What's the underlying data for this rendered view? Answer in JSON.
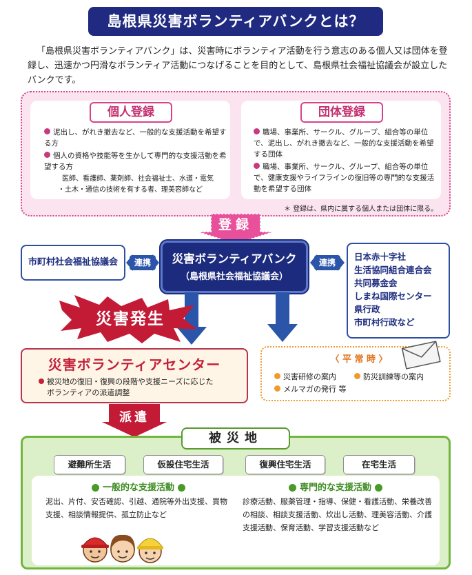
{
  "title": "島根県災害ボランティアバンクとは？",
  "intro": "「島根県災害ボランティアバンク」は、災害時にボランティア活動を行う意志のある個人又は団体を登録し、迅速かつ円滑なボランティア活動につなげることを目的として、島根県社会福祉協議会が設立したバンクです。",
  "individual": {
    "heading": "個人登録",
    "items": [
      "泥出し、がれき撤去など、一般的な支援活動を希望する方",
      "個人の資格や技能等を生かして専門的な支援活動を希望する方"
    ],
    "detail_1": "医師、看護師、薬剤師、社会福祉士、水道・電気",
    "detail_2": "・土木・通信の技術を有する者、理美容師など"
  },
  "group": {
    "heading": "団体登録",
    "items": [
      "職場、事業所、サークル、グループ、組合等の単位で、泥出し、がれき撤去など、一般的な支援活動を希望する団体",
      "職場、事業所、サークル、グループ、組合等の単位で、健康支援やライフラインの復旧等の専門的な支援活動を希望する団体"
    ]
  },
  "note": "＊ 登録は、県内に属する個人または団体に限る。",
  "register_label": "登録",
  "city_council": "市町村社会福祉協議会",
  "link_label": "連携",
  "bank": {
    "title": "災害ボランティアバンク",
    "subtitle": "（島根県社会福祉協議会）"
  },
  "partners": [
    "日本赤十字社",
    "生活協同組合連合会",
    "共同募金会",
    "しまね国際センター",
    "県行政",
    "市町村行政など"
  ],
  "disaster_label": "災害発生",
  "center": {
    "title": "災害ボランティアセンター",
    "desc_1": "被災地の復旧・復興の段階や支援ニーズに応じた",
    "desc_2": "ボランティアの派遣調整"
  },
  "normal": {
    "heading": "〈 平 常 時 〉",
    "items": [
      "災害研修の案内",
      "防災訓練等の案内",
      "メルマガの発行 等"
    ]
  },
  "dispatch_label": "派遣",
  "area": {
    "heading": "被災地",
    "lives": [
      "避難所生活",
      "仮設住宅生活",
      "復興住宅生活",
      "在宅生活"
    ],
    "general": {
      "heading": "一般的な支援活動",
      "text": "泥出、片付、安否確認、引越、通院等外出支援、買物支援、相談情報提供、孤立防止など"
    },
    "specialized": {
      "heading": "専門的な支援活動",
      "text": "診療活動、服薬管理・指導、保健・看護活動、栄養改善の相談、相談支援活動、炊出し活動、理美容活動、介護支援活動、保育活動、学習支援活動など"
    }
  },
  "colors": {
    "navy": "#1f2a80",
    "pink": "#d6438a",
    "red": "#c2213a",
    "orange": "#f09a2c",
    "green": "#71b53e"
  }
}
